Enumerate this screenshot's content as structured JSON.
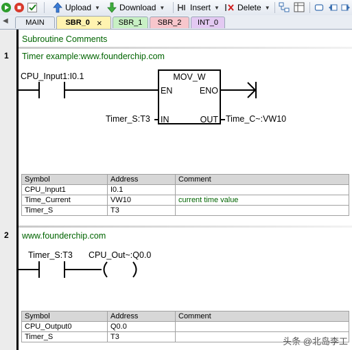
{
  "toolbar": {
    "upload_label": "Upload",
    "download_label": "Download",
    "insert_label": "Insert",
    "delete_label": "Delete"
  },
  "tabs": [
    {
      "label": "MAIN",
      "color": "#e8ecf2"
    },
    {
      "label": "SBR_0",
      "color": "#fff3b0",
      "close": "×"
    },
    {
      "label": "SBR_1",
      "color": "#c8f0c4"
    },
    {
      "label": "SBR_2",
      "color": "#f7c6cc"
    },
    {
      "label": "INT_0",
      "color": "#e3c9f2"
    }
  ],
  "editor": {
    "subroutine_comment": "Subroutine Comments"
  },
  "networks": [
    {
      "number": "1",
      "comment": "Timer example:www.founderchip.com",
      "contact_label": "CPU_Input1:I0.1",
      "block": {
        "title": "MOV_W",
        "en": "EN",
        "eno": "ENO",
        "in": "IN",
        "out": "OUT",
        "in_operand": "Timer_S:T3",
        "out_operand": "Time_C~:VW10"
      },
      "symbol_table": {
        "headers": [
          "Symbol",
          "Address",
          "Comment"
        ],
        "rows": [
          [
            "CPU_Input1",
            "I0.1",
            ""
          ],
          [
            "Time_Current",
            "VW10",
            "current time value"
          ],
          [
            "Timer_S",
            "T3",
            ""
          ]
        ]
      }
    },
    {
      "number": "2",
      "comment": "www.founderchip.com",
      "contact_label": "Timer_S:T3",
      "coil_label": "CPU_Out~:Q0.0",
      "symbol_table": {
        "headers": [
          "Symbol",
          "Address",
          "Comment"
        ],
        "rows": [
          [
            "CPU_Output0",
            "Q0.0",
            ""
          ],
          [
            "Timer_S",
            "T3",
            ""
          ]
        ]
      }
    }
  ],
  "watermark": "头条 @北岛李工",
  "colors": {
    "comment": "#006400",
    "table_header": "#d7d7d7"
  }
}
